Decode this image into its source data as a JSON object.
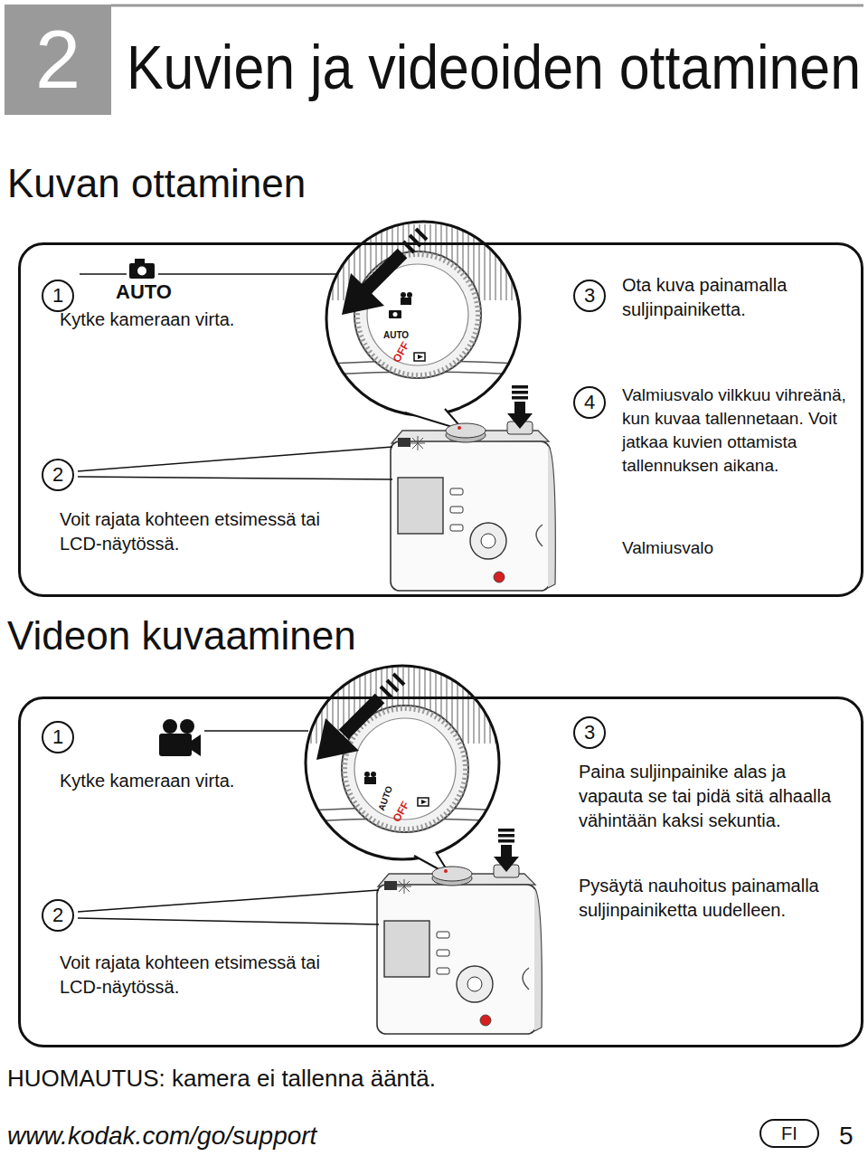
{
  "diagram": {
    "title": "Kuvien ja videoiden ottaminen",
    "nodes": [
      {
        "text": [
          "2"
        ]
      },
      {
        "text": [
          "Kuvan ottaminen"
        ]
      },
      {
        "text": [
          "1"
        ],
        "in": 1
      },
      {
        "text": [
          "2"
        ],
        "in": 1
      },
      {
        "text": [
          "3"
        ],
        "in": 1
      },
      {
        "text": [
          "4"
        ],
        "in": 1
      },
      {
        "text": [
          "Videon kuvaaminen"
        ]
      },
      {
        "text": [
          "1"
        ],
        "in": 6
      },
      {
        "text": [
          "3"
        ],
        "in": 6
      },
      {
        "text": [
          "2"
        ],
        "in": 6
      },
      {
        "text": [
          "FI"
        ]
      }
    ],
    "labels": [
      "AUTO",
      "Kytke kameraan virta.",
      "AUTO",
      "OFF",
      "Ota kuva painamalla suljinpainiketta.",
      "Valmiusvalo vilkkuu vihreänä, kun kuvaa tallennetaan. Voit jatkaa kuvien ottamista tallennuksen aikana.",
      "Voit rajata kohteen etsimessä tai LCD-näytössä.",
      "Valmiusvalo",
      "Kytke kameraan virta.",
      "AUTO",
      "OFF",
      "Paina suljinpainike alas ja vapauta se tai pidä sitä alhaalla vähintään kaksi sekuntia.",
      "Pysäytä nauhoitus painamalla suljinpainiketta uudelleen.",
      "Voit rajata kohteen etsimessä tai LCD-näytössä.",
      "HUOMAUTUS: kamera ei tallenna ääntä.",
      "www.kodak.com/go/support",
      "5"
    ]
  }
}
